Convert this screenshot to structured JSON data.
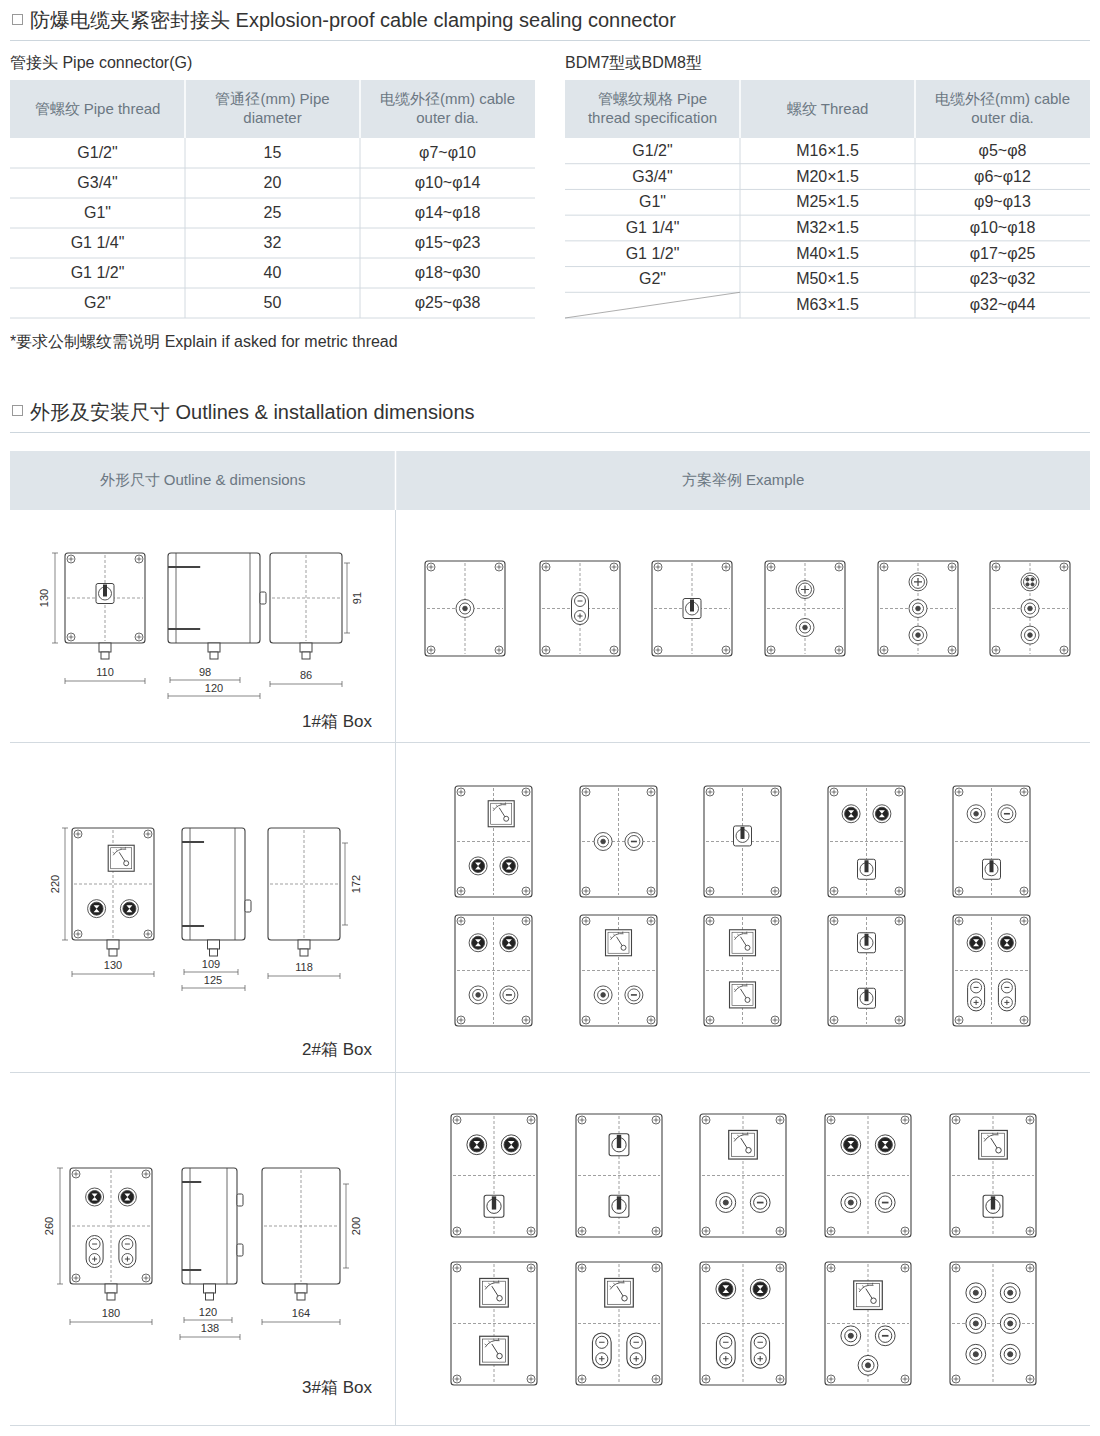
{
  "diagram": {
    "title": "防爆电缆夹紧密封接头 Explosion-proof cable clamping sealing connector",
    "labels": [
      "管接头 Pipe connector(G)",
      "管螺纹 Pipe thread",
      "管通径(mm) Pipe diameter",
      "电缆外径(mm) cable outer dia.",
      "G1/2\"",
      "15",
      "φ7~φ10",
      "G3/4\"",
      "20",
      "φ10~φ14",
      "G1\"",
      "25",
      "φ14~φ18",
      "G1 1/4\"",
      "32",
      "φ15~φ23",
      "G1 1/2\"",
      "40",
      "φ18~φ30",
      "G2\"",
      "50",
      "φ25~φ38",
      "BDM7型或BDM8型",
      "管螺纹规格 Pipe thread specification",
      "螺纹 Thread",
      "电缆外径(mm) cable outer dia.",
      "G1/2\"",
      "M16×1.5",
      "φ5~φ8",
      "G3/4\"",
      "M20×1.5",
      "φ6~φ12",
      "G1\"",
      "M25×1.5",
      "φ9~φ13",
      "G1 1/4\"",
      "M32×1.5",
      "φ10~φ18",
      "G1 1/2\"",
      "M40×1.5",
      "φ17~φ25",
      "G2\"",
      "M50×1.5",
      "φ23~φ32",
      "M63×1.5",
      "φ32~φ44",
      "*要求公制螺纹需说明 Explain if asked for metric thread",
      "外形及安装尺寸 Outlines & installation dimensions",
      "外形尺寸 Outline & dimensions",
      "方案举例 Example",
      "1#箱 Box",
      "130",
      "110",
      "98",
      "120",
      "91",
      "86",
      "2#箱 Box",
      "220",
      "130",
      "109",
      "125",
      "172",
      "118",
      "3#箱 Box",
      "260",
      "180",
      "120",
      "138",
      "200",
      "164"
    ]
  }
}
